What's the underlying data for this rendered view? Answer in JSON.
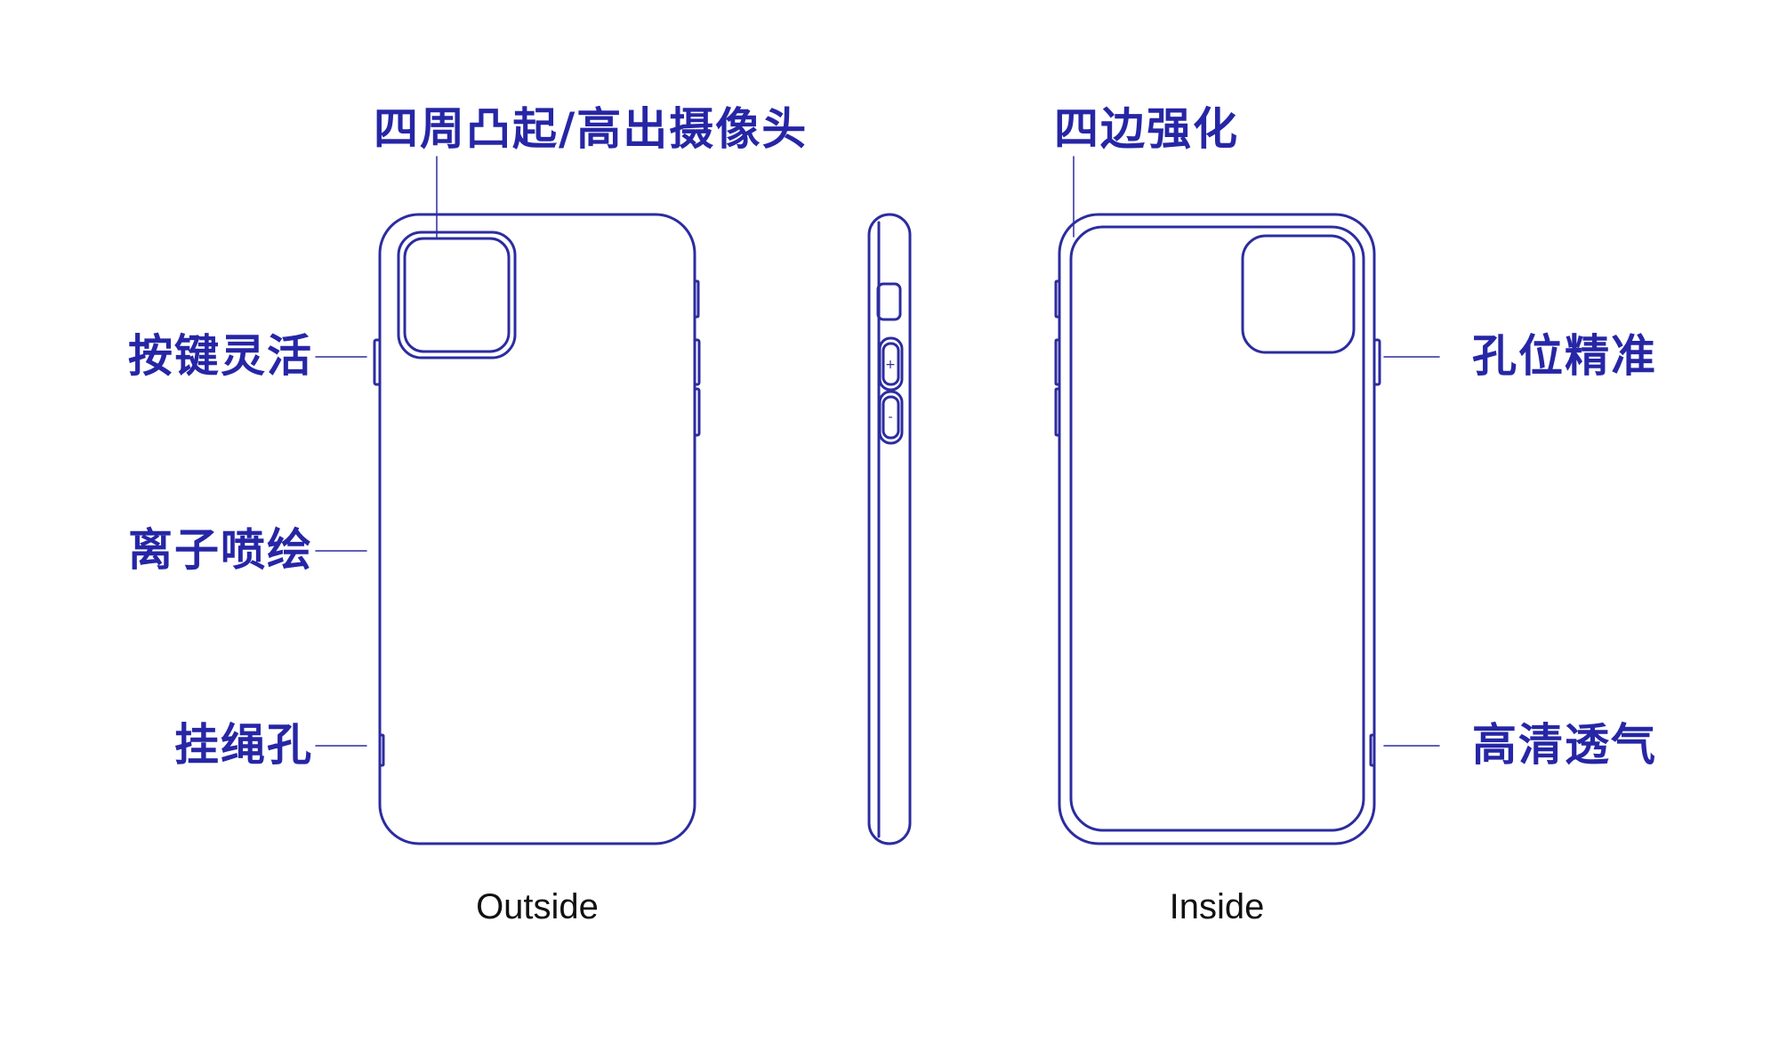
{
  "colors": {
    "line": "#2c2ca0",
    "label": "#2626a6",
    "caption": "#111111",
    "background": "#ffffff"
  },
  "labels": {
    "camera": "四周凸起/高出摄像头",
    "edge": "四边强化",
    "buttons": "按键灵活",
    "printing": "离子喷绘",
    "lanyard": "挂绳孔",
    "holes": "孔位精准",
    "breathable": "高清透气"
  },
  "captions": {
    "outside": "Outside",
    "inside": "Inside"
  },
  "side_view": {
    "plus_glyph": "+",
    "minus_glyph": "-"
  }
}
